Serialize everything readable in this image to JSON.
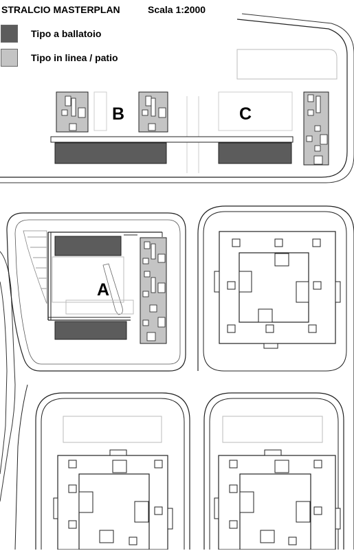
{
  "header": {
    "title": "STRALCIO MASTERPLAN",
    "scale": "Scala 1:2000"
  },
  "legend": [
    {
      "label": "Tipo a ballatoio",
      "color": "#5c5c5c"
    },
    {
      "label": "Tipo in linea / patio",
      "color": "#c4c4c4"
    }
  ],
  "blocks": {
    "a": "A",
    "b": "B",
    "c": "C"
  },
  "colors": {
    "ballatoio": "#5c5c5c",
    "patio": "#c4c4c4",
    "outline": "#222222",
    "faint": "#bdbdbd"
  }
}
